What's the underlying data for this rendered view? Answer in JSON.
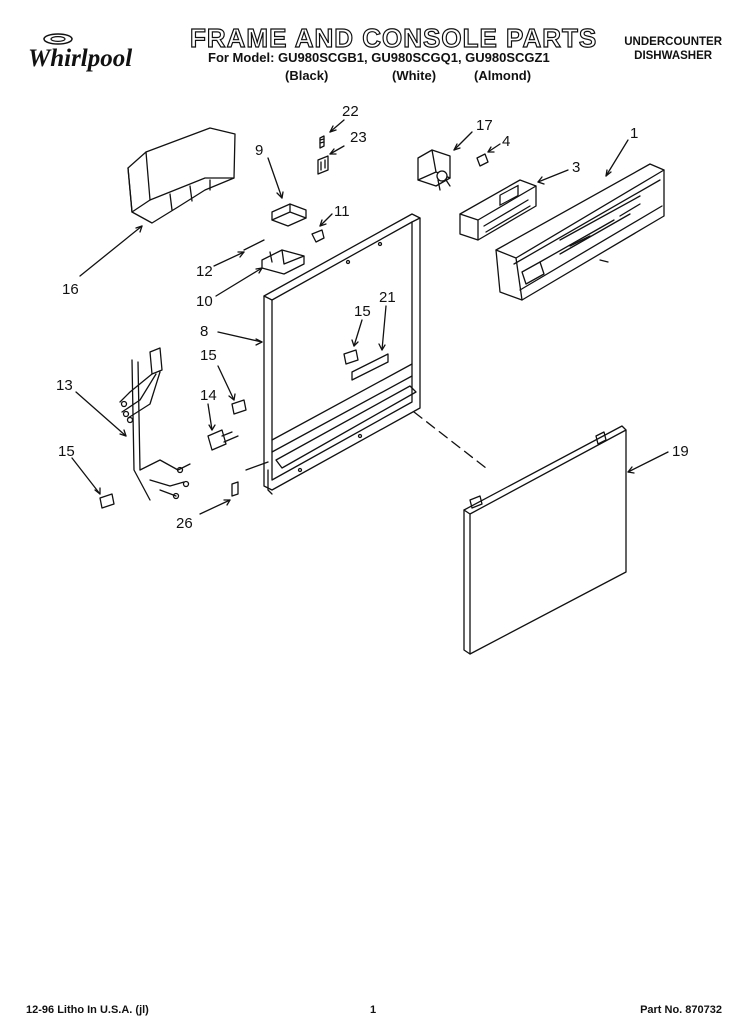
{
  "header": {
    "brand": "Whirlpool",
    "title": "FRAME AND CONSOLE PARTS",
    "model_line": "For Model: GU980SCGB1, GU980SCGQ1, GU980SCGZ1",
    "variants": [
      "(Black)",
      "(White)",
      "(Almond)"
    ],
    "product_type": [
      "UNDERCOUNTER",
      "DISHWASHER"
    ]
  },
  "callouts": [
    "22",
    "23",
    "9",
    "17",
    "4",
    "1",
    "3",
    "11",
    "16",
    "12",
    "10",
    "21",
    "15",
    "8",
    "15",
    "13",
    "14",
    "15",
    "19",
    "26"
  ],
  "footer": {
    "print_info": "12-96 Litho In U.S.A. (jl)",
    "page_number": "1",
    "part_number": "Part No. 870732"
  },
  "colors": {
    "ink": "#111111",
    "paper": "#ffffff"
  }
}
